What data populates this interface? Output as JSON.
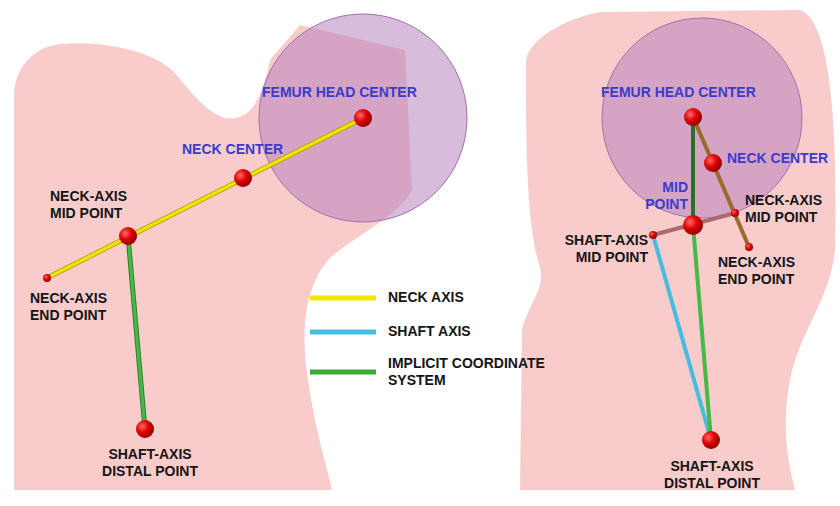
{
  "diagram": {
    "labels": [
      "FEMUR HEAD CENTER",
      "NECK CENTER",
      "NECK-AXIS MID POINT",
      "NECK-AXIS END POINT",
      "SHAFT-AXIS DISTAL POINT",
      "FEMUR HEAD CENTER",
      "NECK CENTER",
      "MID POINT",
      "NECK-AXIS MID POINT",
      "SHAFT-AXIS MID POINT",
      "NECK-AXIS END POINT",
      "SHAFT-AXIS DISTAL POINT"
    ],
    "legend": [
      {
        "text": "NECK AXIS"
      },
      {
        "text": "SHAFT AXIS"
      },
      {
        "text": "IMPLICIT COORDINATE SYSTEM"
      }
    ]
  }
}
